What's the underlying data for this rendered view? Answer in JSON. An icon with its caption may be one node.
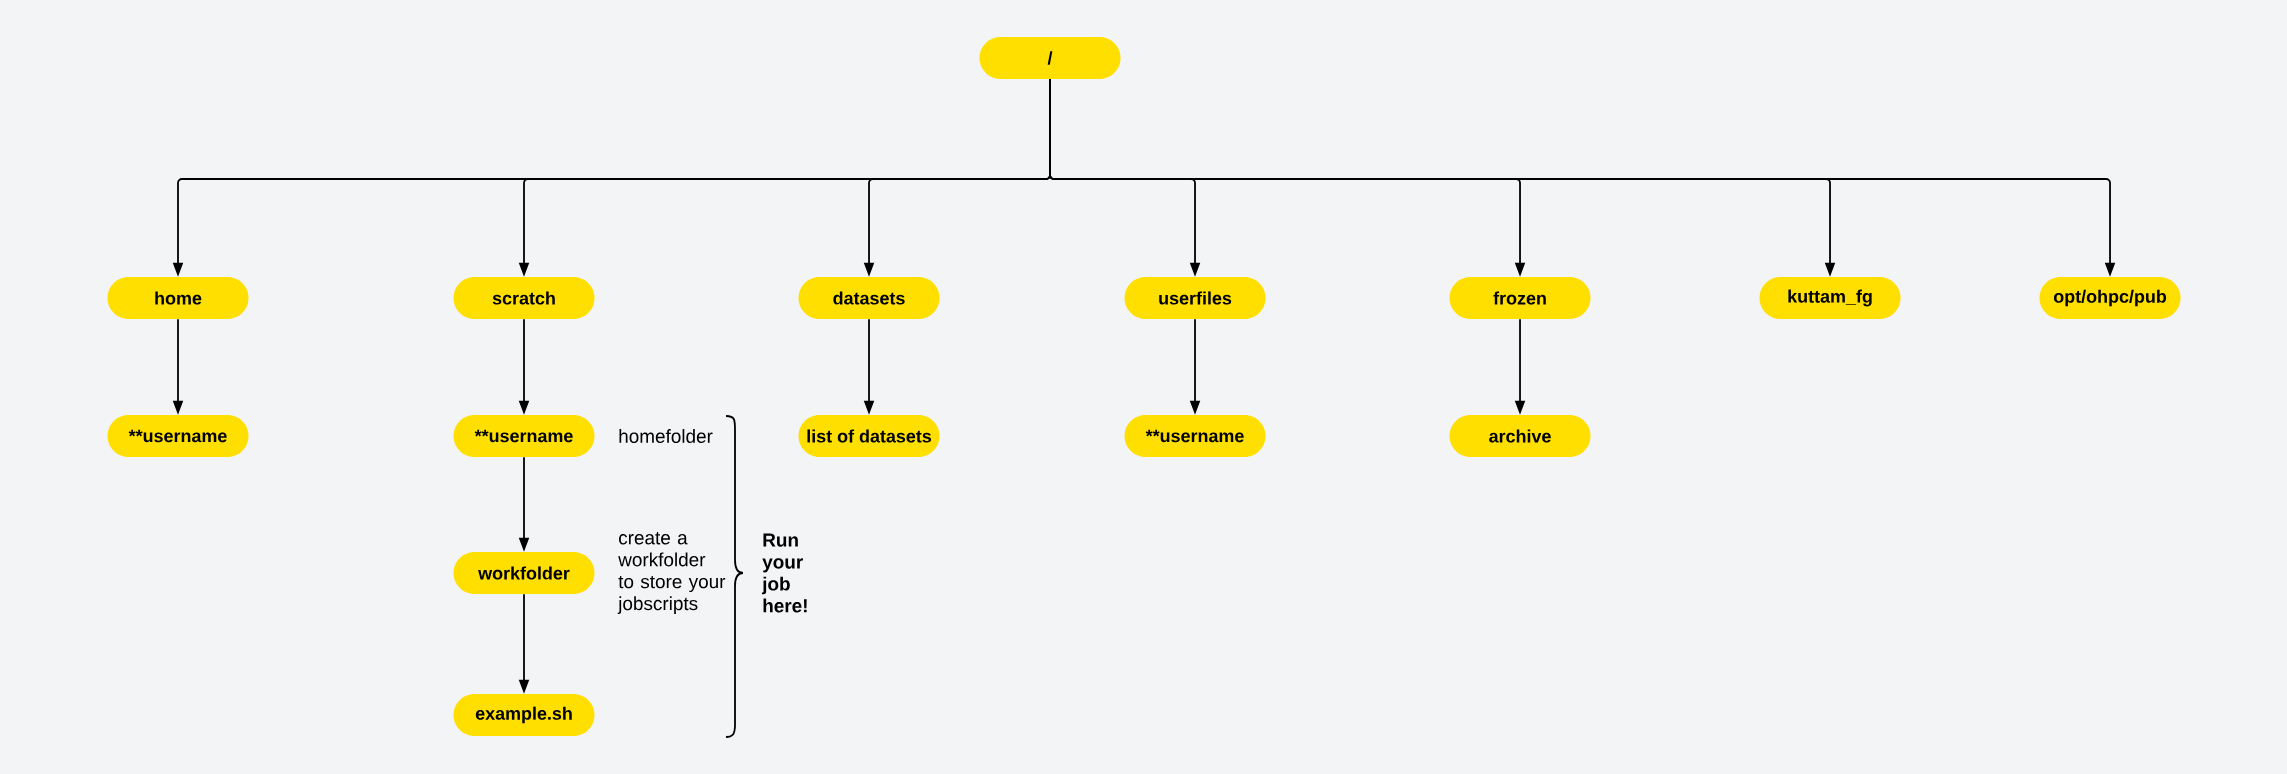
{
  "diagram": {
    "nodes": [
      {
        "text": [
          "/"
        ]
      },
      {
        "text": [
          "home"
        ]
      },
      {
        "text": [
          "scratch"
        ]
      },
      {
        "text": [
          "datasets"
        ]
      },
      {
        "text": [
          "userfiles"
        ]
      },
      {
        "text": [
          "frozen"
        ]
      },
      {
        "text": [
          "kuttam_fg"
        ]
      },
      {
        "text": [
          "opt/ohpc/pub"
        ]
      },
      {
        "text": [
          "**username"
        ]
      },
      {
        "text": [
          "**username"
        ],
        "beside": [
          "homefolder"
        ]
      },
      {
        "text": [
          "workfolder"
        ],
        "beside": [
          "create a workfolder to store your jobscripts"
        ]
      },
      {
        "text": [
          "example.sh"
        ]
      },
      {
        "text": [
          "list of datasets"
        ]
      },
      {
        "text": [
          "**username"
        ]
      },
      {
        "text": [
          "archive"
        ]
      }
    ],
    "edges": [
      {
        "from": 0,
        "to": 1,
        "arrow": "to"
      },
      {
        "from": 0,
        "to": 2,
        "arrow": "to"
      },
      {
        "from": 0,
        "to": 3,
        "arrow": "to"
      },
      {
        "from": 0,
        "to": 4,
        "arrow": "to"
      },
      {
        "from": 0,
        "to": 5,
        "arrow": "to"
      },
      {
        "from": 0,
        "to": 6,
        "arrow": "to"
      },
      {
        "from": 0,
        "to": 7,
        "arrow": "to"
      },
      {
        "from": 1,
        "to": 8,
        "arrow": "to"
      },
      {
        "from": 2,
        "to": 9,
        "arrow": "to"
      },
      {
        "from": 9,
        "to": 10,
        "arrow": "to"
      },
      {
        "from": 10,
        "to": 11,
        "arrow": "to"
      },
      {
        "from": 3,
        "to": 12,
        "arrow": "to"
      },
      {
        "from": 4,
        "to": 13,
        "arrow": "to"
      },
      {
        "from": 5,
        "to": 14,
        "arrow": "to"
      }
    ],
    "labels": [
      "Run your job here!"
    ]
  }
}
